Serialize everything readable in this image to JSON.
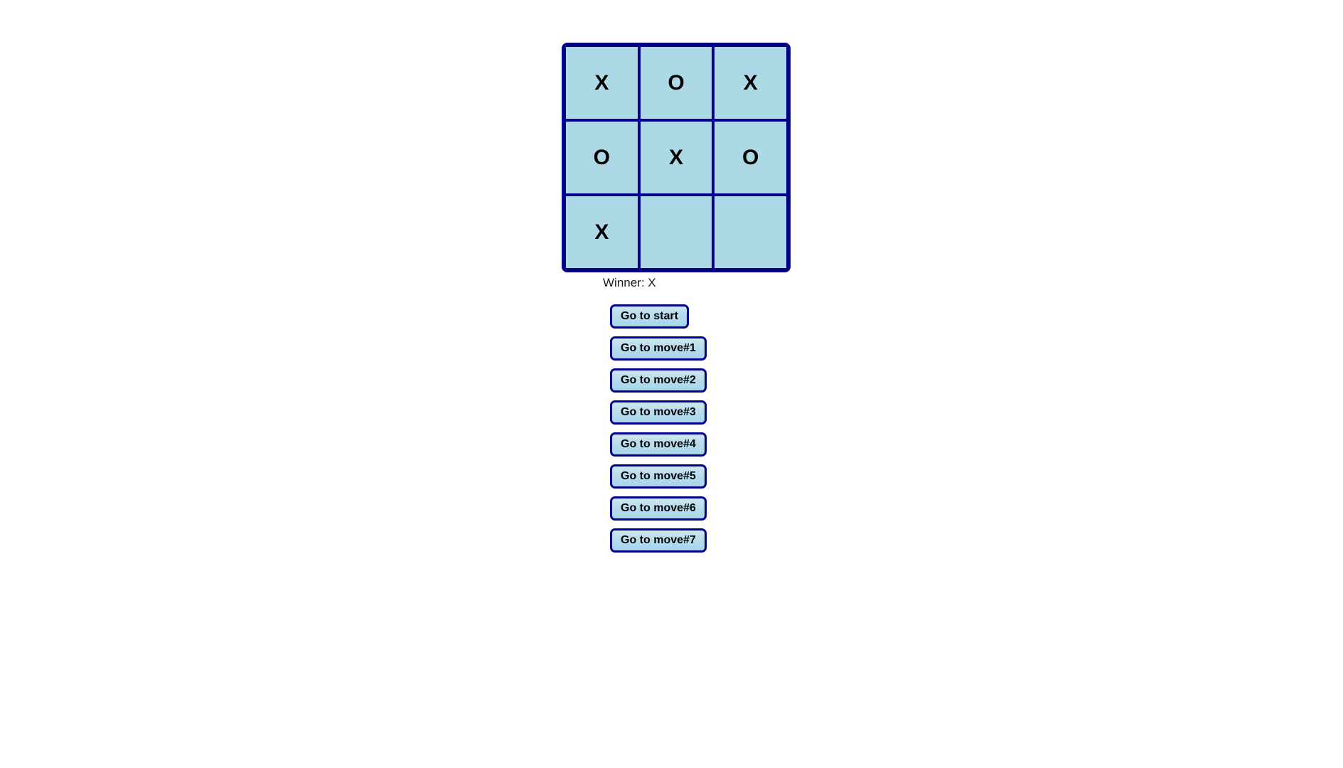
{
  "page": {
    "background_color": "#ffffff",
    "board_border_color": "#00008b",
    "square_background_color": "#add8e6",
    "button_background_color": "#b6dced",
    "text_color": "#000000"
  },
  "board": {
    "rows": [
      [
        "X",
        "O",
        "X"
      ],
      [
        "O",
        "X",
        "O"
      ],
      [
        "X",
        "",
        ""
      ]
    ]
  },
  "status": {
    "text": "Winner: X"
  },
  "moves": [
    {
      "label": "Go to start"
    },
    {
      "label": "Go to move#1"
    },
    {
      "label": "Go to move#2"
    },
    {
      "label": "Go to move#3"
    },
    {
      "label": "Go to move#4"
    },
    {
      "label": "Go to move#5"
    },
    {
      "label": "Go to move#6"
    },
    {
      "label": "Go to move#7"
    }
  ]
}
